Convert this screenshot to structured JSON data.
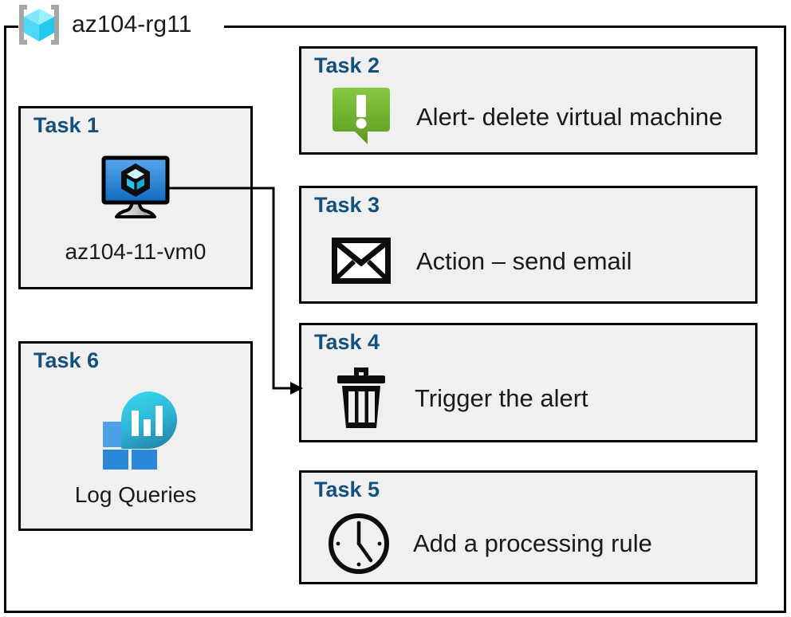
{
  "diagram": {
    "resource_group": {
      "icon": "resource-group-cube-icon",
      "label": "az104-rg11"
    },
    "colors": {
      "card_background": "#f0f0f0",
      "card_border": "#000000",
      "task_title": "#13507b",
      "body_text": "#1a1a1a",
      "rg_cube_light": "#7fe9fb",
      "rg_cube_mid": "#4fd8f5",
      "rg_cube_dark": "#22c8ef",
      "rg_bracket": "#a6a6a6",
      "alert_green_light": "#7fc242",
      "alert_green_dark": "#5b9a1f",
      "vm_screen_light": "#5aa6ef",
      "vm_screen_dark": "#0f6cbd",
      "log_square_light": "#4c9fe8",
      "log_square_dark": "#2b88d8",
      "log_bubble_light": "#32cfe8",
      "log_bubble_dark": "#2386ae"
    },
    "left_column": [
      {
        "id": "task1",
        "title": "Task 1",
        "icon": "virtual-machine-icon",
        "label": "az104-11-vm0"
      },
      {
        "id": "task6",
        "title": "Task 6",
        "icon": "log-analytics-icon",
        "label": "Log Queries"
      }
    ],
    "right_column": [
      {
        "id": "task2",
        "title": "Task 2",
        "icon": "alert-exclamation-bubble-icon",
        "label": "Alert- delete virtual machine"
      },
      {
        "id": "task3",
        "title": "Task 3",
        "icon": "envelope-icon",
        "label": "Action – send email"
      },
      {
        "id": "task4",
        "title": "Task 4",
        "icon": "trash-bin-icon",
        "label": "Trigger the alert"
      },
      {
        "id": "task5",
        "title": "Task 5",
        "icon": "clock-icon",
        "label": "Add a processing rule"
      }
    ],
    "connector": {
      "name": "vm-to-task4-arrow",
      "from": "task1",
      "to": "task4"
    }
  }
}
